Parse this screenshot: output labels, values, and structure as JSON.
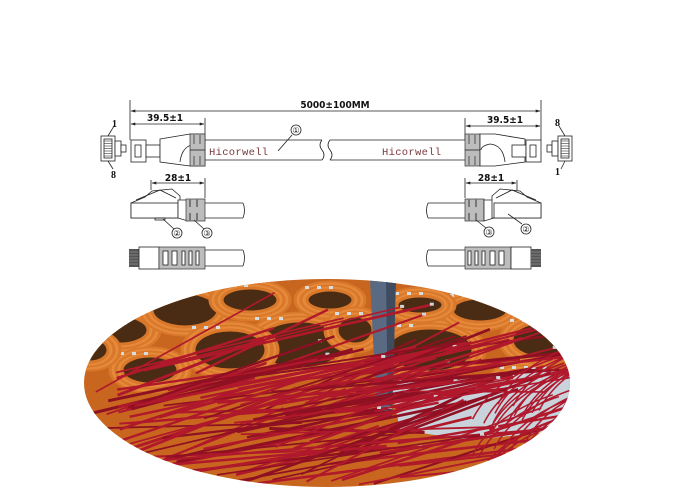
{
  "drawing": {
    "total_length": "5000±100MM",
    "plug_length": "39.5±1",
    "boot_length": "28±1",
    "cable_print": "Hicorwell",
    "callouts": [
      "①",
      "②",
      "③"
    ],
    "pin_labels": {
      "left_top": "1",
      "left_bottom": "8",
      "right_top": "8",
      "right_bottom": "1"
    }
  },
  "photo": {
    "colors": {
      "orange_cable": "#d9772a",
      "red_cable": "#b0182c",
      "pole": "#5a6a82",
      "floor": "#c9d3dc"
    }
  }
}
